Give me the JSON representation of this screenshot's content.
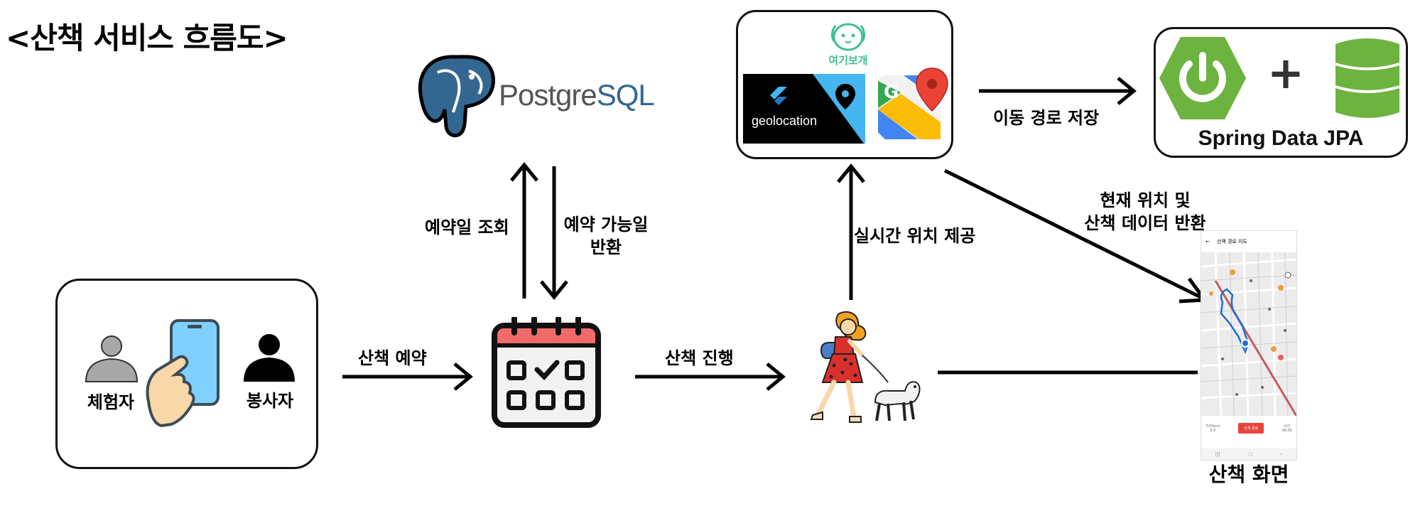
{
  "title": "<산책 서비스 흐름도>",
  "actors": {
    "experiencer": "체험자",
    "volunteer": "봉사자"
  },
  "database": {
    "name_main": "Postgre",
    "name_accent": "SQL"
  },
  "location_box": {
    "brand": "여기보개",
    "flutter_label": "geolocation"
  },
  "spring_box": {
    "label": "Spring Data JPA",
    "plus": "+"
  },
  "edges": {
    "walk_reservation": "산책 예약",
    "check_dates": "예약일 조회",
    "return_available_line1": "예약 가능일",
    "return_available_line2": "반환",
    "walk_progress": "산책 진행",
    "realtime_location": "실시간 위치 제공",
    "save_route": "이동 경로 저장",
    "return_data_line1": "현재 위치 및",
    "return_data_line2": "산책 데이터 반환"
  },
  "screen": {
    "caption": "산책 화면",
    "header": "산책 경로 지도",
    "left_stat_label": "거리(km)",
    "left_stat_value": "0.0",
    "button": "산책 종료",
    "right_stat_label": "시간",
    "right_stat_value": "00:00"
  },
  "colors": {
    "postgres_blue": "#336791",
    "spring_green": "#6db33f",
    "calendar_red": "#f26a6a",
    "phone_blue": "#7fd0ff",
    "dress_red": "#d9302c",
    "mascot_green": "#3fbf8f",
    "flutter_sky": "#46b6f0"
  }
}
